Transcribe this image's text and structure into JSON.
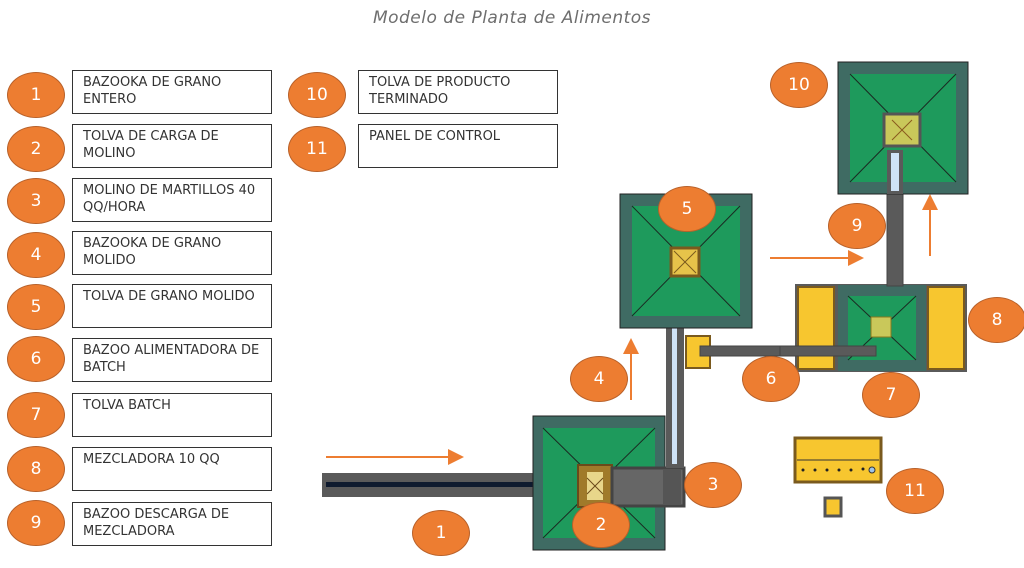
{
  "title": "Modelo de Planta de Alimentos",
  "legend": [
    {
      "num": "1",
      "label": "BAZOOKA DE GRANO ENTERO"
    },
    {
      "num": "2",
      "label": "TOLVA DE CARGA DE MOLINO"
    },
    {
      "num": "3",
      "label": "MOLINO DE MARTILLOS 40 QQ/HORA"
    },
    {
      "num": "4",
      "label": "BAZOOKA DE GRANO MOLIDO"
    },
    {
      "num": "5",
      "label": "TOLVA DE GRANO MOLIDO"
    },
    {
      "num": "6",
      "label": "BAZOO ALIMENTADORA DE BATCH"
    },
    {
      "num": "7",
      "label": "TOLVA BATCH"
    },
    {
      "num": "8",
      "label": "MEZCLADORA 10 QQ"
    },
    {
      "num": "9",
      "label": "BAZOO DESCARGA DE MEZCLADORA"
    },
    {
      "num": "10",
      "label": "TOLVA DE PRODUCTO TERMINADO"
    },
    {
      "num": "11",
      "label": "PANEL DE CONTROL"
    }
  ],
  "colors": {
    "badge": "#ed7d31",
    "hopper_frame": "#3f6b63",
    "hopper_fill": "#1e9a5c",
    "conveyor": "#5a5a5a",
    "mixer": "#f7c62f",
    "mixer_border": "#7a5a1e"
  }
}
